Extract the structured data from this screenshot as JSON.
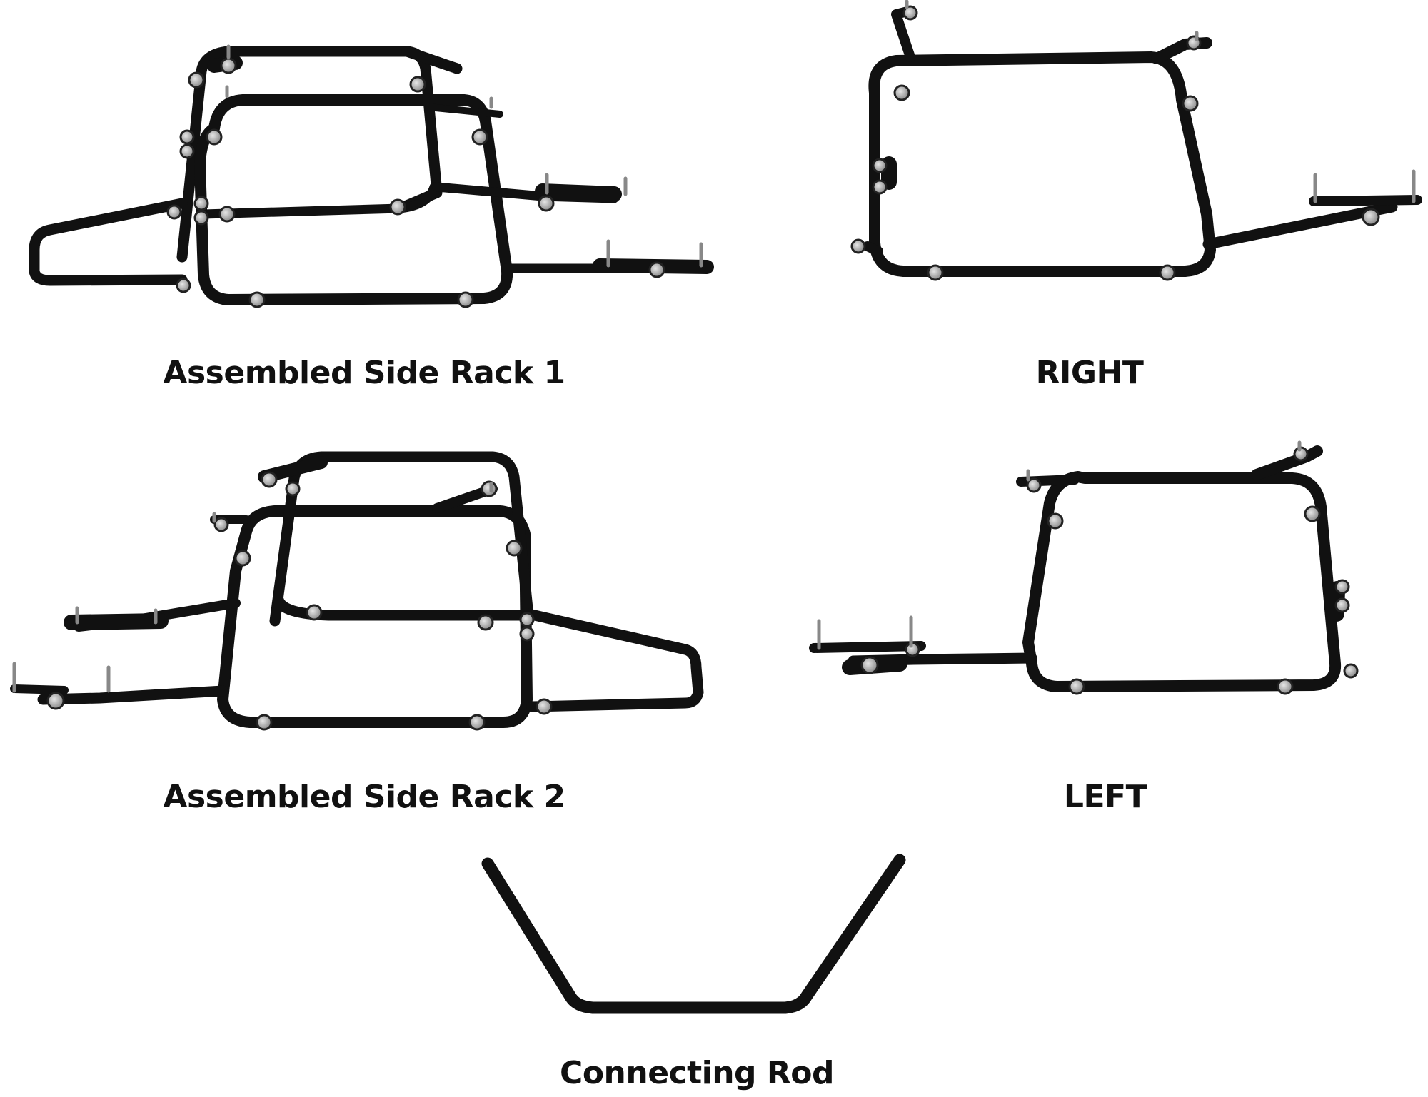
{
  "labels": {
    "rack1": "Assembled Side Rack 1",
    "right": "RIGHT",
    "rack2": "Assembled Side Rack 2",
    "left": "LEFT",
    "rod": "Connecting Rod"
  },
  "colors": {
    "frame": "#111111",
    "bolt": "#bdbdbd",
    "background": "#ffffff"
  }
}
